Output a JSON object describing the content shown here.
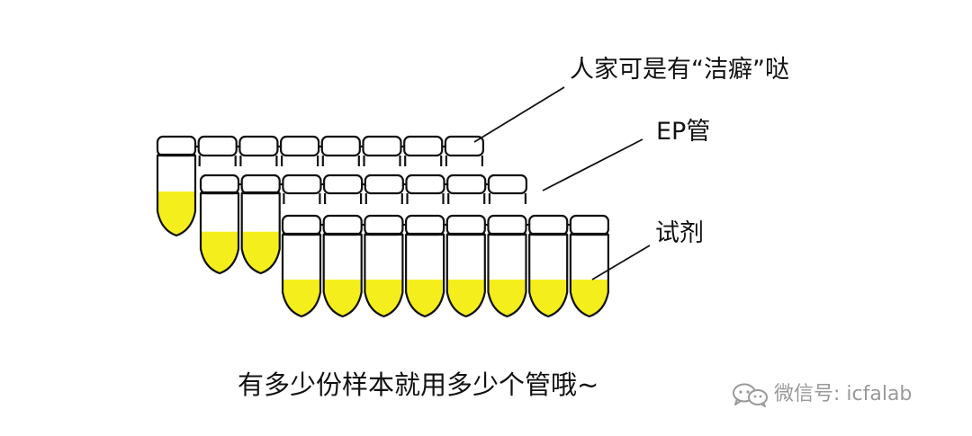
{
  "labels": {
    "clean": "人家可是有“洁癖”哒",
    "ep_tube": "EP管",
    "reagent": "试剂"
  },
  "caption": "有多少份样本就用多少个管哦~",
  "watermark": {
    "text": "微信号: icfalab",
    "icon": "wechat-icon"
  },
  "colors": {
    "reagent": "#f4ef1c",
    "outline": "#111111",
    "background": "#ffffff",
    "watermark": "#9a9a9a"
  },
  "rows": [
    {
      "name": "strip-caps-only",
      "tubes": 1,
      "caps": 8,
      "reagent_levels": [
        0.55
      ]
    },
    {
      "name": "strip-partial",
      "tubes": 2,
      "caps": 8,
      "reagent_levels": [
        0.52,
        0.52
      ]
    },
    {
      "name": "strip-full",
      "tubes": 8,
      "caps": 8,
      "reagent_levels": [
        0.45,
        0.45,
        0.45,
        0.45,
        0.45,
        0.45,
        0.45,
        0.45
      ]
    }
  ]
}
